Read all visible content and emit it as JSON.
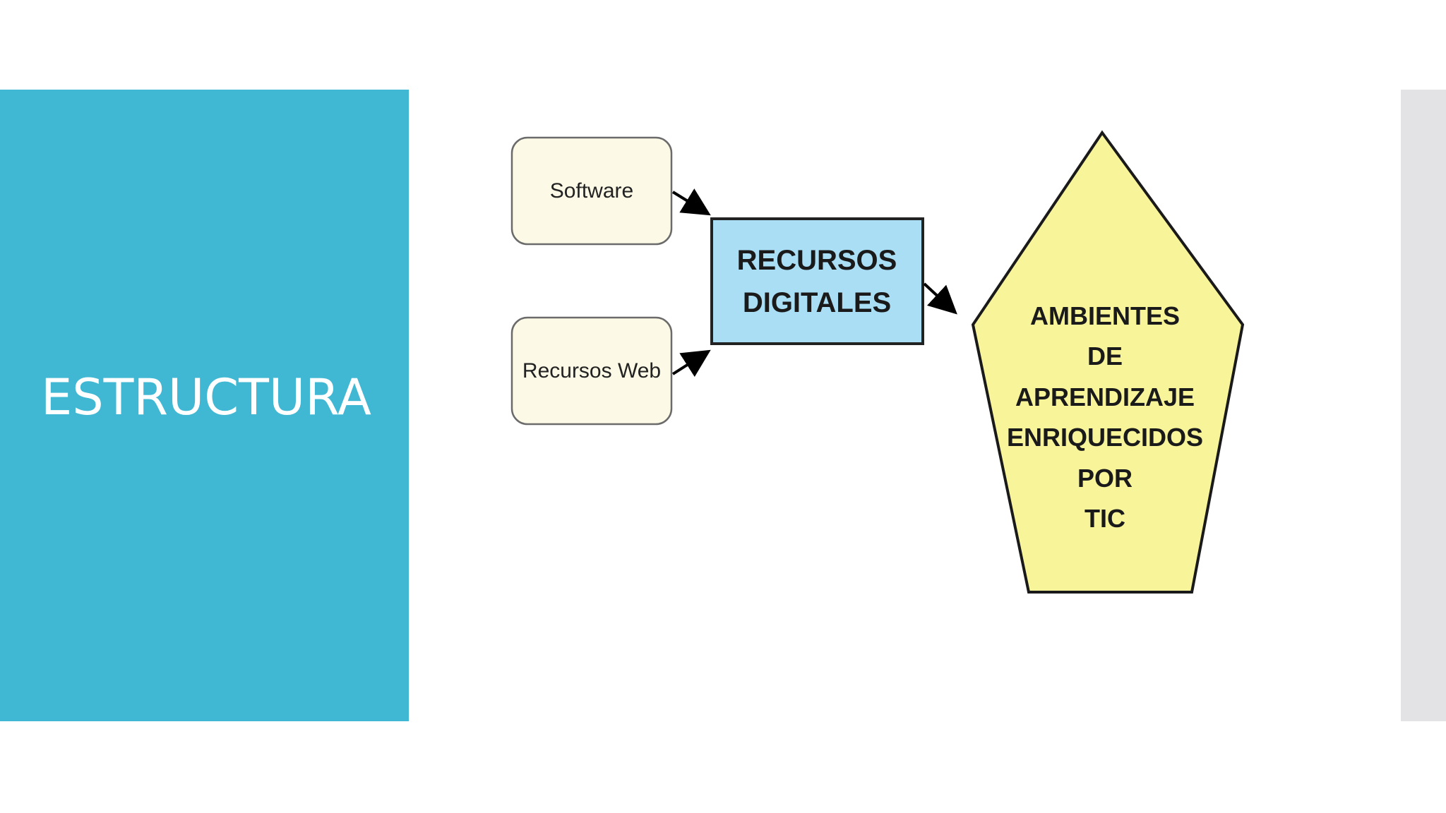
{
  "slide": {
    "title": "ESTRUCTURA",
    "colors": {
      "panel": "#41b8d3",
      "title_text": "#ffffff",
      "right_strip": "#e3e3e5"
    }
  },
  "diagram": {
    "inputs": [
      {
        "label": "Software"
      },
      {
        "label": "Recursos Web"
      }
    ],
    "center": {
      "lines": [
        "RECURSOS",
        "DIGITALES"
      ],
      "fill": "#a9def5"
    },
    "target": {
      "lines": [
        "AMBIENTES",
        "DE",
        "APRENDIZAJE",
        "ENRIQUECIDOS",
        "POR",
        "TIC"
      ],
      "fill": "#f8f49a"
    },
    "input_fill": "#fcfae6"
  }
}
